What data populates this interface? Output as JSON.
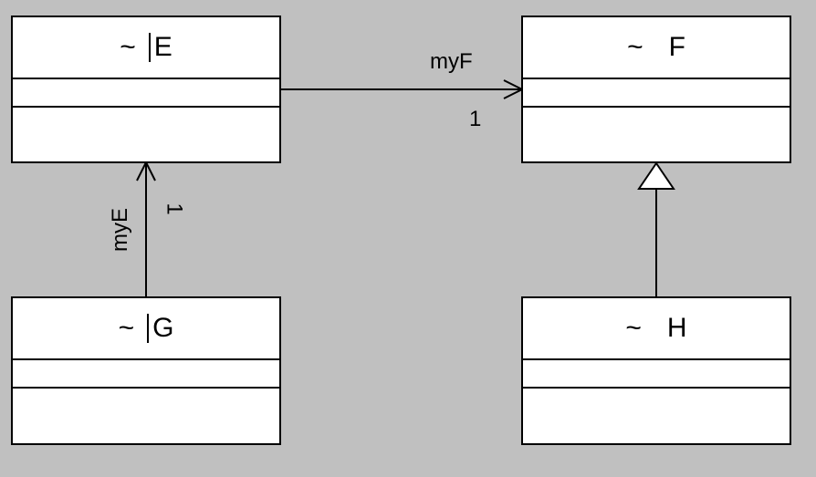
{
  "diagram": {
    "classes": {
      "E": {
        "visibility": "~",
        "abstract": true,
        "name": "E"
      },
      "F": {
        "visibility": "~",
        "abstract": false,
        "name": "F"
      },
      "G": {
        "visibility": "~",
        "abstract": true,
        "name": "G"
      },
      "H": {
        "visibility": "~",
        "abstract": false,
        "name": "H"
      }
    },
    "associations": {
      "e_to_f": {
        "role": "myF",
        "multiplicity": "1"
      },
      "g_to_e": {
        "role": "myE",
        "multiplicity": "1"
      }
    },
    "generalization": {
      "child": "H",
      "parent": "F"
    }
  }
}
